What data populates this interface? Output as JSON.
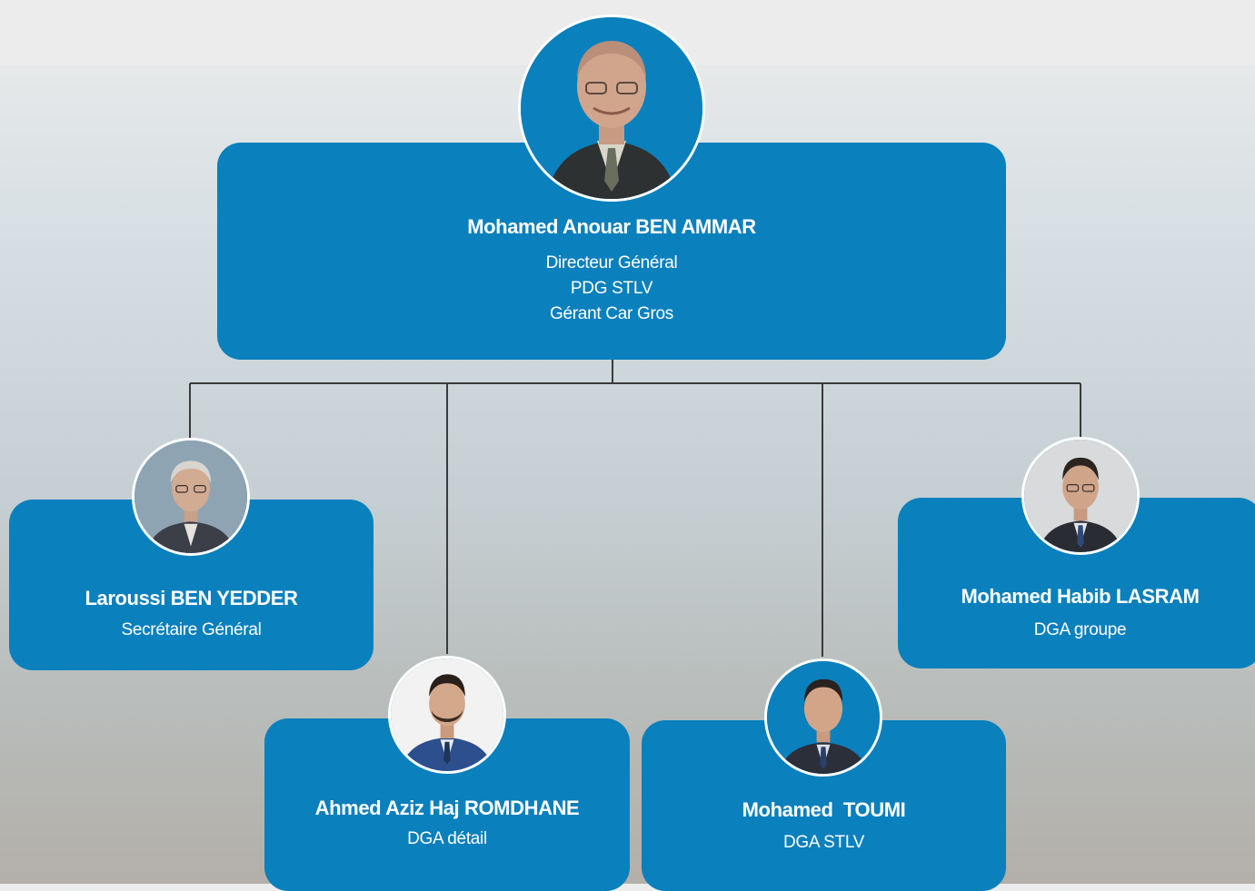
{
  "chart": {
    "root": {
      "name": "Mohamed Anouar BEN AMMAR",
      "roles": [
        "Directeur Général",
        "PDG STLV",
        "Gérant Car Gros"
      ]
    },
    "members": [
      {
        "name": "Laroussi BEN YEDDER",
        "role": "Secrétaire Général"
      },
      {
        "name": "Ahmed Aziz Haj ROMDHANE",
        "role": "DGA détail"
      },
      {
        "name": "Mohamed  TOUMI",
        "role": "DGA STLV"
      },
      {
        "name": "Mohamed Habib LASRAM",
        "role": "DGA groupe"
      }
    ]
  },
  "colors": {
    "card": "#0a80bd",
    "line": "#3a3a3a",
    "ring": "#ffffff"
  },
  "icons": [
    "person-photo"
  ]
}
